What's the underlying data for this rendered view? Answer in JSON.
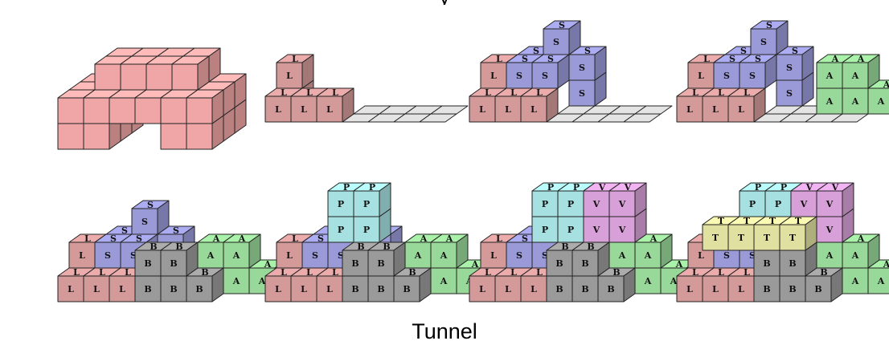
{
  "caption": "Tunnel",
  "clipped_top_text": "y",
  "colors": {
    "target": "#f0a6a6",
    "L": "#d49a9a",
    "S": "#9a9ad8",
    "A": "#98d898",
    "B": "#9a9a9a",
    "P": "#a6e0e0",
    "V": "#d8a0d8",
    "T": "#e0e0a0",
    "ghost": "#e4e4e4"
  },
  "panels": [
    {
      "name": "target",
      "pieces": []
    },
    {
      "name": "step-1",
      "pieces": [
        "L"
      ]
    },
    {
      "name": "step-2",
      "pieces": [
        "L",
        "S"
      ]
    },
    {
      "name": "step-3",
      "pieces": [
        "L",
        "S",
        "A"
      ]
    },
    {
      "name": "step-4",
      "pieces": [
        "L",
        "S",
        "A",
        "B"
      ]
    },
    {
      "name": "step-5",
      "pieces": [
        "L",
        "S",
        "A",
        "B",
        "P"
      ]
    },
    {
      "name": "step-6",
      "pieces": [
        "L",
        "S",
        "A",
        "B",
        "P",
        "V"
      ]
    },
    {
      "name": "step-7",
      "pieces": [
        "L",
        "S",
        "A",
        "B",
        "P",
        "V",
        "T"
      ]
    }
  ]
}
